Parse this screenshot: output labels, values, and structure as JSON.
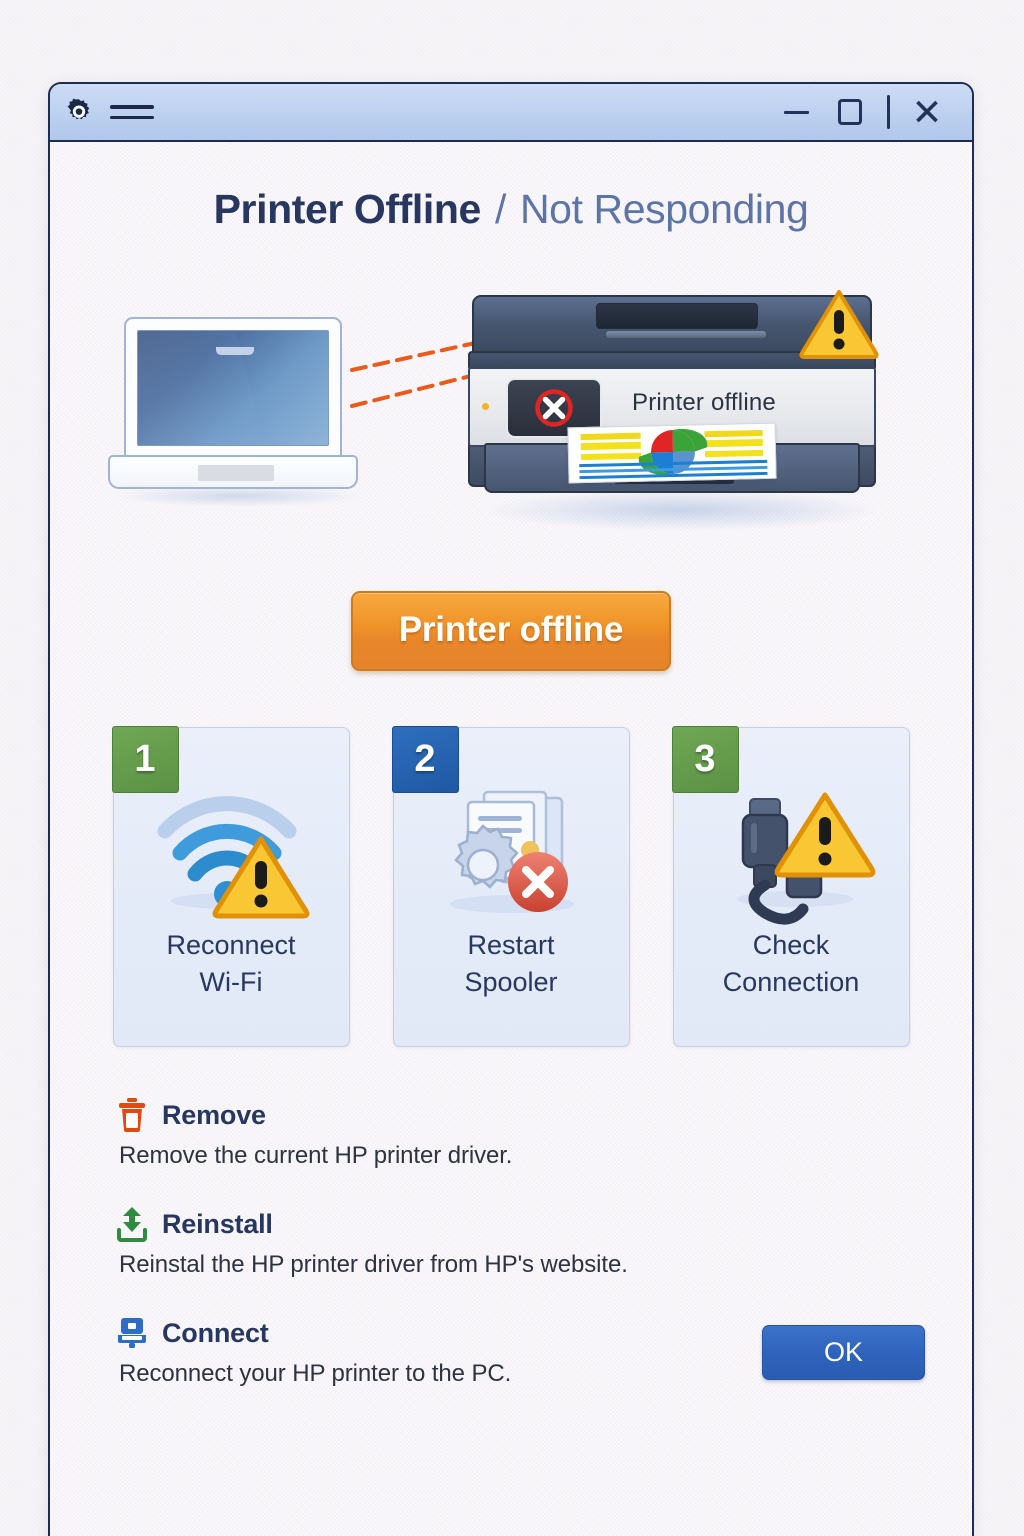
{
  "window": {
    "titlebar": {
      "gear_icon": "gear-icon",
      "menu_icon": "hamburger-menu-icon",
      "minimize_label": "–",
      "maximize_label": "□",
      "close_label": "✕"
    }
  },
  "header": {
    "title_strong": "Printer Offline",
    "title_separator": "/",
    "title_light": "Not Responding"
  },
  "illustration": {
    "laptop_icon": "laptop-computer",
    "printer_icon": "inkjet-printer",
    "printer_lcd_status": "Printer offline",
    "printer_lcd_icon": "red-x-error-icon",
    "printer_warning_icon": "warning-triangle-icon",
    "connection_icon": "dashed-arrow-connection",
    "printout_icon": "pie-chart-printout"
  },
  "status_button": {
    "label": "Printer offline",
    "color": "#ef9429"
  },
  "steps": [
    {
      "number": "1",
      "badge_color": "#5b9144",
      "icon": "wifi-warning-icon",
      "label_line1": "Reconnect",
      "label_line2": "Wi-Fi"
    },
    {
      "number": "2",
      "badge_color": "#1f58a4",
      "icon": "spooler-gear-error-icon",
      "label_line1": "Restart",
      "label_line2": "Spooler"
    },
    {
      "number": "3",
      "badge_color": "#5b9144",
      "icon": "usb-cable-warning-icon",
      "label_line1": "Check",
      "label_line2": "Connection"
    }
  ],
  "actions": [
    {
      "icon": "trash-icon",
      "icon_color": "#e04914",
      "title": "Remove",
      "description": "Remove the current HP printer driver."
    },
    {
      "icon": "download-install-icon",
      "icon_color": "#2e8b40",
      "title": "Reinstall",
      "description": "Reinstal the HP printer driver from HP's website."
    },
    {
      "icon": "printer-connect-icon",
      "icon_color": "#2f6cc4",
      "title": "Connect",
      "description": "Reconnect your HP printer to the PC."
    }
  ],
  "ok_button": {
    "label": "OK",
    "color": "#2f63bb"
  }
}
